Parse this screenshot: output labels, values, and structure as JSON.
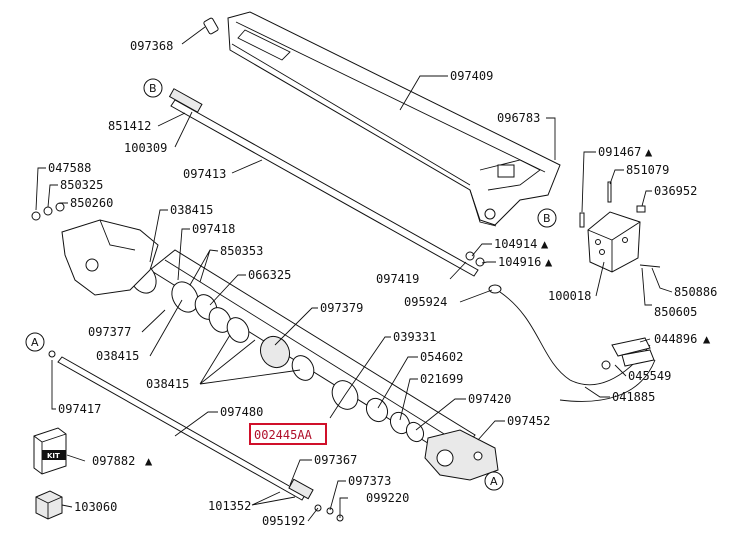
{
  "parts": {
    "p097368": "097368",
    "p097409": "097409",
    "p096783": "096783",
    "p851412": "851412",
    "p100309": "100309",
    "p097413": "097413",
    "p047588": "047588",
    "p850325": "850325",
    "p850260": "850260",
    "p038415_top": "038415",
    "p097418": "097418",
    "p850353": "850353",
    "p066325": "066325",
    "p097377": "097377",
    "p038415_mid": "038415",
    "p097379": "097379",
    "p038415_low": "038415",
    "p104914": "104914",
    "p104916": "104916",
    "p097419": "097419",
    "p095924": "095924",
    "p091467": "091467",
    "p851079": "851079",
    "p036952": "036952",
    "p100018": "100018",
    "p850886": "850886",
    "p850605": "850605",
    "p044896": "044896",
    "p045549": "045549",
    "p041885": "041885",
    "p039331": "039331",
    "p054602": "054602",
    "p021699": "021699",
    "p097420": "097420",
    "p097452": "097452",
    "p097417": "097417",
    "p097480": "097480",
    "p002445AA": "002445AA",
    "p097367": "097367",
    "p097882": "097882",
    "p097373": "097373",
    "p099220": "099220",
    "p101352": "101352",
    "p095192": "095192",
    "p103060": "103060"
  },
  "refs": {
    "a_left": "A",
    "a_right": "A",
    "b_top": "B",
    "b_right": "B"
  },
  "kit_label": "KIT",
  "highlight_color": "#d0102a",
  "marker_glyph": "▲"
}
